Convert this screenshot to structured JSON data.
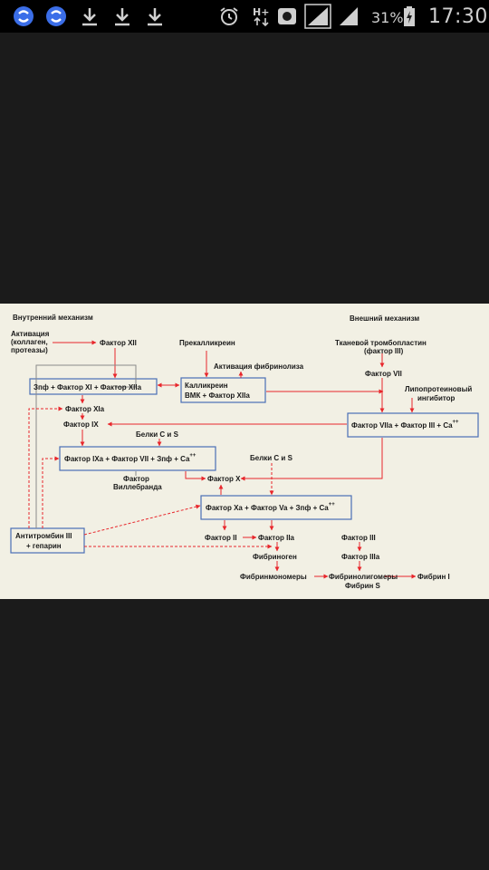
{
  "status_bar": {
    "icons": [
      "sync-icon",
      "sync-icon",
      "download-icon",
      "download-icon",
      "download-icon",
      "alarm-icon",
      "hplus-network-icon",
      "data-sync-icon",
      "signal-icon",
      "signal-icon",
      "battery-charging-icon"
    ],
    "battery": "31%",
    "time": "17:30"
  },
  "diagram": {
    "headings": {
      "intrinsic": "Внутренний механизм",
      "extrinsic": "Внешний механизм"
    },
    "activation": [
      "Активация",
      "(коллаген,",
      "протеазы)"
    ],
    "factor_xii": "Фактор XII",
    "box_xi": "Зпф + Фактор XI + Фактор XIIa",
    "prekallikrein": "Прекалликреин",
    "fibrinolysis": "Активация фибринолиза",
    "box_kallikrein": [
      "Калликреин",
      "ВМК + Фактор XIIa"
    ],
    "tissue_tp": [
      "Тканевой тромбопластин",
      "(фактор III)"
    ],
    "factor_vii": "Фактор VII",
    "lipoprotein": [
      "Липопротеиновый",
      "ингибитор"
    ],
    "factor_xia": "Фактор XIa",
    "factor_ix": "Фактор IX",
    "box_viia": "Фактор VIIa + Фактор III + Ca",
    "proteins_cs_1": "Белки С и S",
    "box_ixa": "Фактор IXa + Фактор VII + Зпф + Ca",
    "willebrand": [
      "Фактор",
      "Виллебранда"
    ],
    "proteins_cs_2": "Белки С и S",
    "factor_x": "Фактор X",
    "box_xa": "Фактор Xa + Фактор Va + Зпф + Ca",
    "box_antithrombin": [
      "Антитромбин III",
      "+ гепарин"
    ],
    "factor_ii": "Фактор II",
    "factor_iia": "Фактор IIa",
    "fibrinogen": "Фибриноген",
    "factor_iii": "Фактор III",
    "factor_iiia": "Фактор IIIa",
    "fibrinmonomers": "Фибринмономеры",
    "fibrinoligomers": "Фибринолигомеры",
    "fibrin_s": "Фибрин S",
    "fibrin_i": "Фибрин I",
    "ca_superscript": "++"
  }
}
